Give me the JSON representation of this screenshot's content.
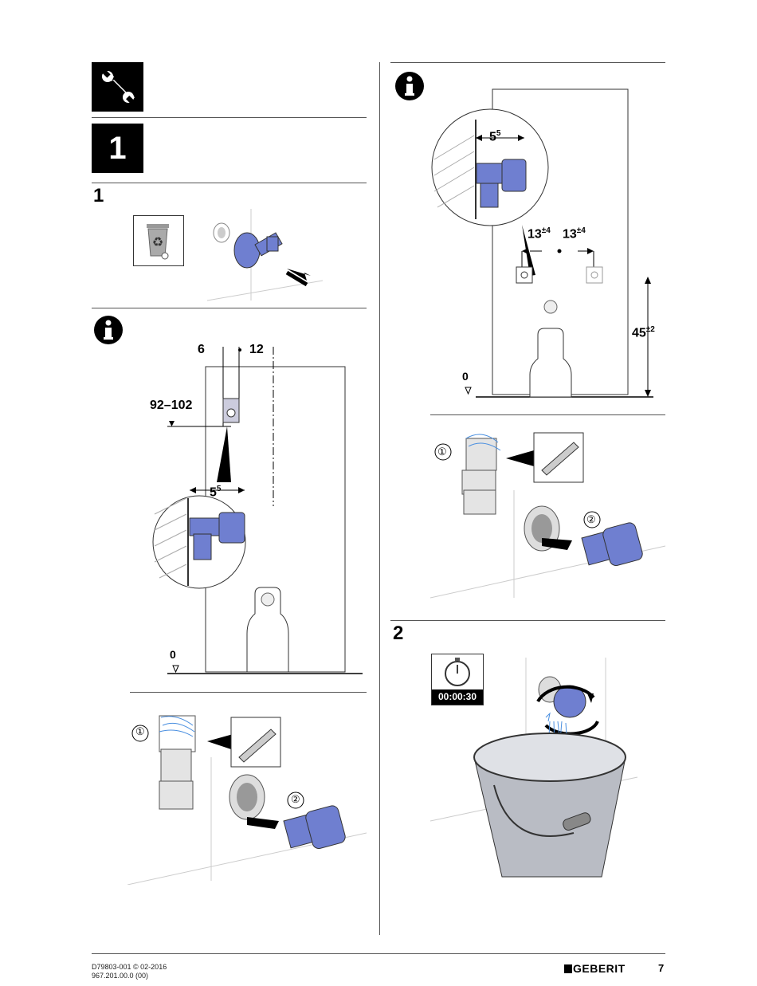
{
  "left": {
    "tool_icon": "wrench-icon",
    "section_number": "1",
    "step1": {
      "number": "1",
      "disposal_icon": "recycle-bin-icon"
    },
    "info": {
      "icon": "info-icon",
      "dim_left": "6",
      "dim_right": "12",
      "dim_height": "92–102",
      "dim_detail_base": "5",
      "dim_detail_sup": "5",
      "floor_level": "0"
    },
    "sealing": {
      "callout1": "①",
      "callout2": "②"
    }
  },
  "right": {
    "info": {
      "icon": "info-icon",
      "dim_detail_base": "5",
      "dim_detail_sup": "5",
      "dim_left_base": "13",
      "dim_left_sup": "±4",
      "dim_right_base": "13",
      "dim_right_sup": "±4",
      "dim_height_base": "45",
      "dim_height_sup": "±2",
      "floor_level": "0"
    },
    "sealing": {
      "callout1": "①",
      "callout2": "②"
    },
    "step2": {
      "number": "2",
      "timer_icon": "stopwatch-icon",
      "timer_value": "00:00:30"
    }
  },
  "footer": {
    "doc_id": "D79803-001 © 02-2016",
    "article_no": "967.201.00.0 (00)",
    "brand": "GEBERIT",
    "page_number": "7"
  },
  "colors": {
    "fitting_blue": "#6f7fd0",
    "water_blue": "#4a8fe0",
    "bucket_grey": "#b9bcc4"
  }
}
